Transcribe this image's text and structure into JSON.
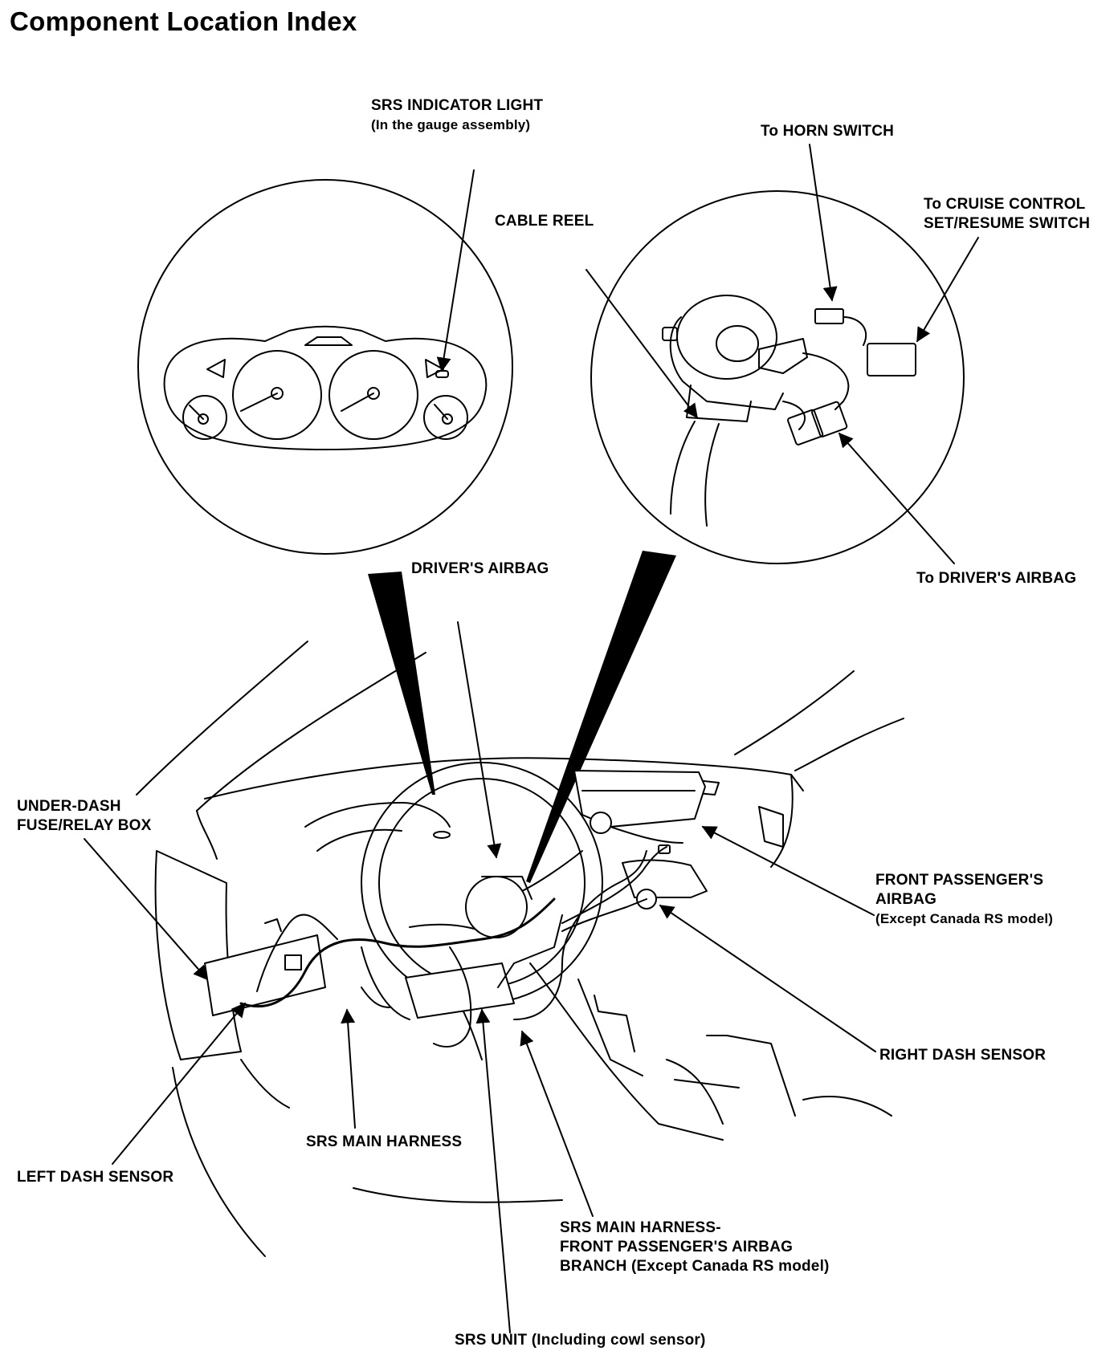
{
  "page_title": "Component Location Index",
  "labels": {
    "srs_indicator_light": [
      "SRS INDICATOR LIGHT",
      "(In the gauge assembly)"
    ],
    "to_horn_switch": [
      "To HORN SWITCH"
    ],
    "to_cruise_control": [
      "To CRUISE CONTROL",
      "SET/RESUME SWITCH"
    ],
    "cable_reel": [
      "CABLE REEL"
    ],
    "drivers_airbag": [
      "DRIVER'S AIRBAG"
    ],
    "to_drivers_airbag": [
      "To DRIVER'S AIRBAG"
    ],
    "under_dash_fuse": [
      "UNDER-DASH",
      "FUSE/RELAY BOX"
    ],
    "front_passenger_airbag": [
      "FRONT PASSENGER'S",
      "AIRBAG",
      "(Except Canada RS model)"
    ],
    "right_dash_sensor": [
      "RIGHT DASH SENSOR"
    ],
    "srs_main_harness": [
      "SRS MAIN HARNESS"
    ],
    "left_dash_sensor": [
      "LEFT DASH SENSOR"
    ],
    "srs_main_harness_branch": [
      "SRS MAIN HARNESS-",
      "FRONT PASSENGER'S AIRBAG",
      "BRANCH (Except Canada RS model)"
    ],
    "srs_unit": [
      "SRS UNIT (Including cowl sensor)"
    ]
  }
}
